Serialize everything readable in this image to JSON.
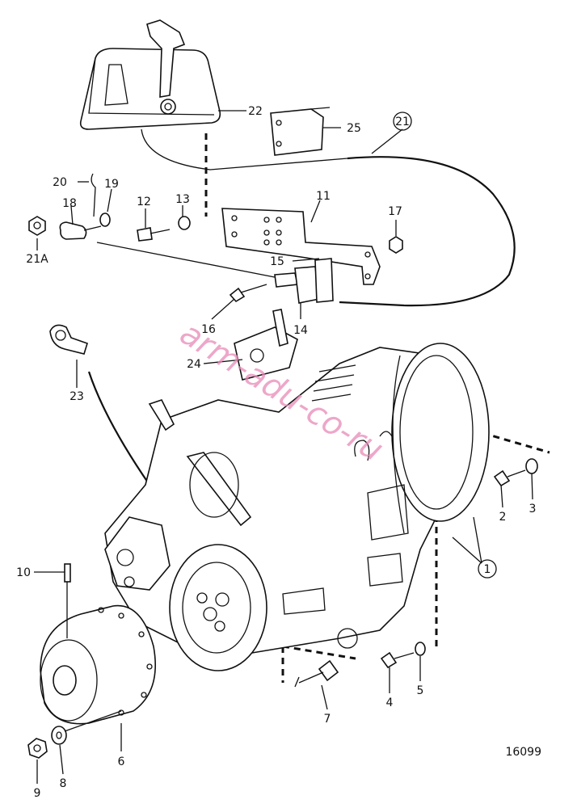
{
  "figure_number": "16099",
  "watermark": "arm-adu-co-ru",
  "callouts": [
    {
      "id": "c1",
      "text": "1",
      "circled": true
    },
    {
      "id": "c2",
      "text": "2"
    },
    {
      "id": "c3",
      "text": "3"
    },
    {
      "id": "c4",
      "text": "4"
    },
    {
      "id": "c5",
      "text": "5"
    },
    {
      "id": "c6",
      "text": "6"
    },
    {
      "id": "c7",
      "text": "7"
    },
    {
      "id": "c8",
      "text": "8"
    },
    {
      "id": "c9",
      "text": "9"
    },
    {
      "id": "c10",
      "text": "10"
    },
    {
      "id": "c11",
      "text": "11"
    },
    {
      "id": "c12",
      "text": "12"
    },
    {
      "id": "c13",
      "text": "13"
    },
    {
      "id": "c14",
      "text": "14"
    },
    {
      "id": "c15",
      "text": "15"
    },
    {
      "id": "c16",
      "text": "16"
    },
    {
      "id": "c17",
      "text": "17"
    },
    {
      "id": "c18",
      "text": "18"
    },
    {
      "id": "c19",
      "text": "19"
    },
    {
      "id": "c20",
      "text": "20"
    },
    {
      "id": "c21",
      "text": "21",
      "circled": true
    },
    {
      "id": "c21a",
      "text": "21A"
    },
    {
      "id": "c22",
      "text": "22"
    },
    {
      "id": "c23",
      "text": "23"
    },
    {
      "id": "c24",
      "text": "24"
    },
    {
      "id": "c25",
      "text": "25"
    }
  ]
}
